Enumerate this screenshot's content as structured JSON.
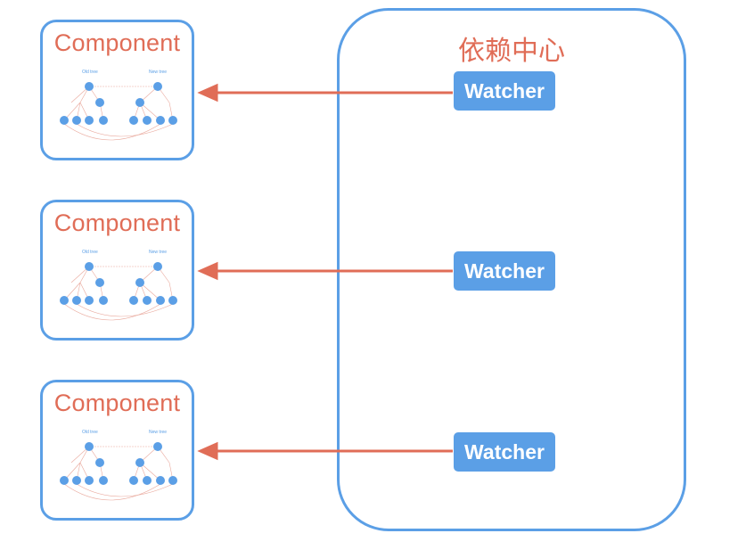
{
  "dependency_center": {
    "title": "依赖中心"
  },
  "components": [
    {
      "title": "Component",
      "tree_labels": {
        "old": "Old tree",
        "new": "New tree"
      }
    },
    {
      "title": "Component",
      "tree_labels": {
        "old": "Old tree",
        "new": "New tree"
      }
    },
    {
      "title": "Component",
      "tree_labels": {
        "old": "Old tree",
        "new": "New tree"
      }
    }
  ],
  "watchers": [
    {
      "label": "Watcher"
    },
    {
      "label": "Watcher"
    },
    {
      "label": "Watcher"
    }
  ],
  "colors": {
    "box_border": "#5b9fe6",
    "title_text": "#e06d57",
    "arrow": "#e06d57",
    "watcher_fill": "#5b9fe6"
  }
}
